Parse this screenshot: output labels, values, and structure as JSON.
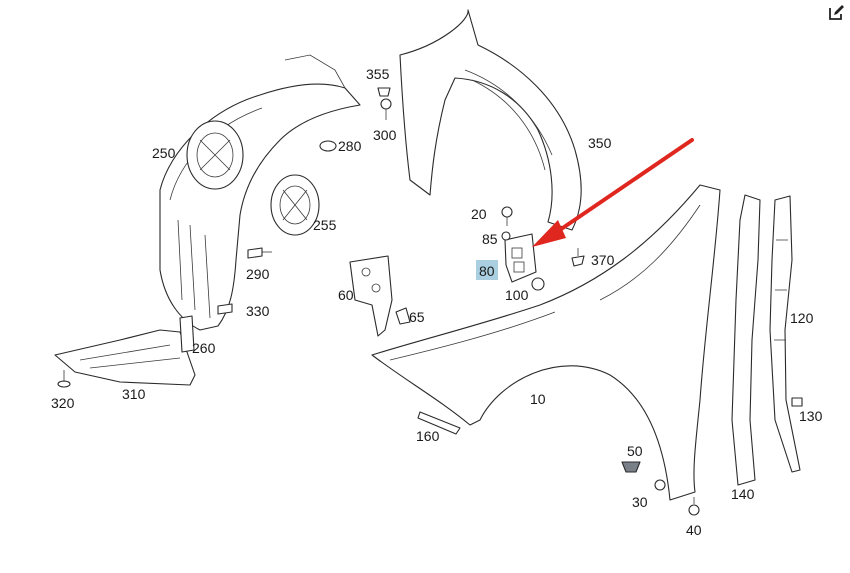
{
  "toolbar": {
    "edit_icon": "edit-icon"
  },
  "colors": {
    "highlight": "#a9cfe0",
    "arrow": "#e0271f",
    "line": "#2b2b2b"
  },
  "labels": {
    "p10": "10",
    "p20": "20",
    "p30": "30",
    "p40": "40",
    "p50": "50",
    "p60": "60",
    "p65": "65",
    "p80": "80",
    "p85": "85",
    "p100": "100",
    "p120": "120",
    "p130": "130",
    "p140": "140",
    "p160": "160",
    "p250": "250",
    "p255": "255",
    "p260": "260",
    "p280": "280",
    "p290": "290",
    "p300": "300",
    "p310": "310",
    "p320": "320",
    "p330": "330",
    "p350": "350",
    "p355": "355",
    "p370": "370"
  },
  "highlighted_part": "80"
}
